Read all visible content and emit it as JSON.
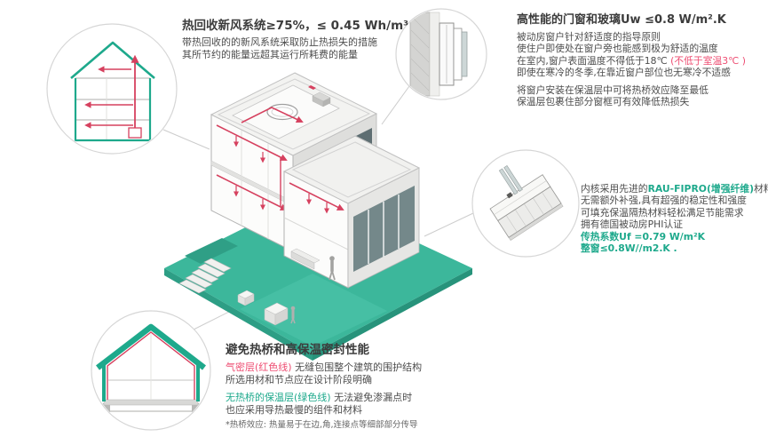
{
  "colors": {
    "accent_teal": "#1ea98c",
    "accent_red": "#ee4d72",
    "graphic_red": "#d6415f",
    "ground_teal": "#3cb79b",
    "text_dark": "#3c3c3c"
  },
  "illustrations": {
    "circle_top_left": "house-cross-section-ventilation",
    "circle_top_right": "window-installation-section",
    "circle_mid_right": "window-frame-profile",
    "circle_bottom_left": "insulated-house-cross-section",
    "center": "isometric-passive-house-cutaway"
  },
  "sections": {
    "heat_recovery": {
      "title": "热回收新风系统≥75%，≤ 0.45 Wh/m³",
      "line1": "带热回收的的新风系统采取防止热损失的措施",
      "line2": "其所节约的能量远超其运行所耗费的能量"
    },
    "windows": {
      "title": "高性能的门窗和玻璃Uw ≤0.8 W/m².K",
      "line1": "被动房窗户针对舒适度的指导原则",
      "line2": "使住户即使处在窗户旁也能感到极为舒适的温度",
      "line3_pre": "在室内,窗户表面温度不得低于18℃ ",
      "line3_red": "(不低于室温3℃ )",
      "line4": "即使在寒冷的冬季,在靠近窗户部位也无寒冷不适感",
      "line5": "将窗户安装在保温层中可将热桥效应降至最低",
      "line6": "保温层包裹住部分窗框可有效降低热损失"
    },
    "profile": {
      "line1_pre": "内核采用先进的",
      "line1_hl": "RAU-FIPRO(增强纤维)",
      "line1_post": "材料",
      "line2": "无需额外补强,具有超强的稳定性和强度",
      "line3": "可填充保温隔热材料轻松满足节能需求",
      "line4": "拥有德国被动房PHI认证",
      "line5": "传热系数Uf =0.79 W/m²K",
      "line6": "整窗≤0.8W//m2.K ."
    },
    "thermal": {
      "title": "避免热桥和高保温密封性能",
      "line1_hl": "气密层(红色线)",
      "line1_rest": " 无缝包围整个建筑的围护结构",
      "line2": "所选用材和节点应在设计阶段明确",
      "line3_hl": "无热桥的保温层(绿色线)",
      "line3_rest": " 无法避免渗漏点时",
      "line4": "也应采用导热最慢的组件和材料",
      "note": "*热桥效应: 热量易于在边,角,连接点等细部部分传导"
    }
  }
}
